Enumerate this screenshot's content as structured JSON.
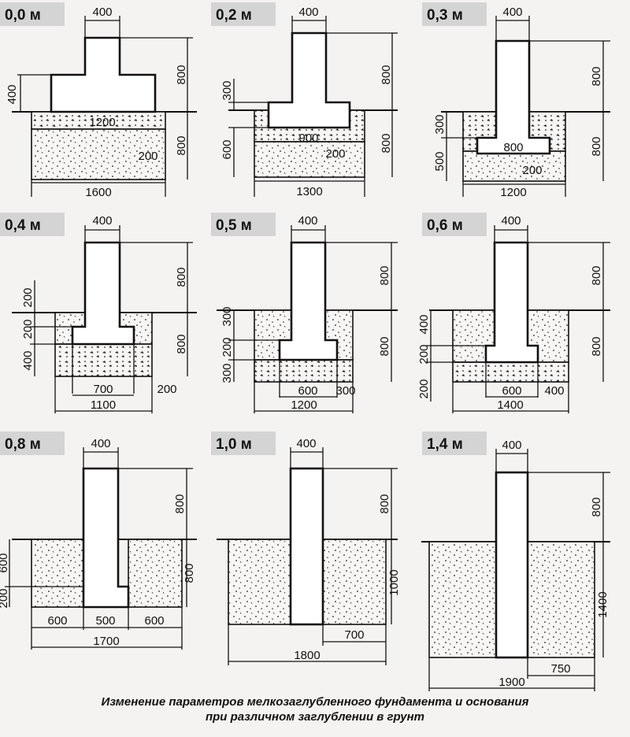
{
  "caption": {
    "line1": "Изменение параметров мелкозаглубленного фундамента и основания",
    "line2": "при различном заглублении в грунт"
  },
  "panels": [
    {
      "label": "0,0 м",
      "dims": [
        "400",
        "800",
        "400",
        "1200",
        "800",
        "200",
        "1600"
      ]
    },
    {
      "label": "0,2 м",
      "dims": [
        "400",
        "800",
        "300",
        "600",
        "900",
        "800",
        "200",
        "1300"
      ]
    },
    {
      "label": "0,3 м",
      "dims": [
        "400",
        "800",
        "300",
        "500",
        "800",
        "800",
        "200",
        "1200"
      ]
    },
    {
      "label": "0,4 м",
      "dims": [
        "400",
        "800",
        "200",
        "200",
        "400",
        "800",
        "700",
        "200",
        "1100"
      ]
    },
    {
      "label": "0,5 м",
      "dims": [
        "400",
        "800",
        "300",
        "200",
        "300",
        "800",
        "600",
        "300",
        "1200"
      ]
    },
    {
      "label": "0,6 м",
      "dims": [
        "400",
        "800",
        "400",
        "200",
        "200",
        "800",
        "600",
        "400",
        "1400"
      ]
    },
    {
      "label": "0,8 м",
      "dims": [
        "400",
        "800",
        "600",
        "200",
        "800",
        "600",
        "500",
        "600",
        "1700"
      ]
    },
    {
      "label": "1,0 м",
      "dims": [
        "400",
        "800",
        "1000",
        "700",
        "1800"
      ]
    },
    {
      "label": "1,4 м",
      "dims": [
        "400",
        "800",
        "1400",
        "750",
        "1900"
      ]
    }
  ],
  "colors": {
    "ink": "#111111",
    "tag": "#d4d4d4",
    "paper": "#f4f3f1"
  }
}
